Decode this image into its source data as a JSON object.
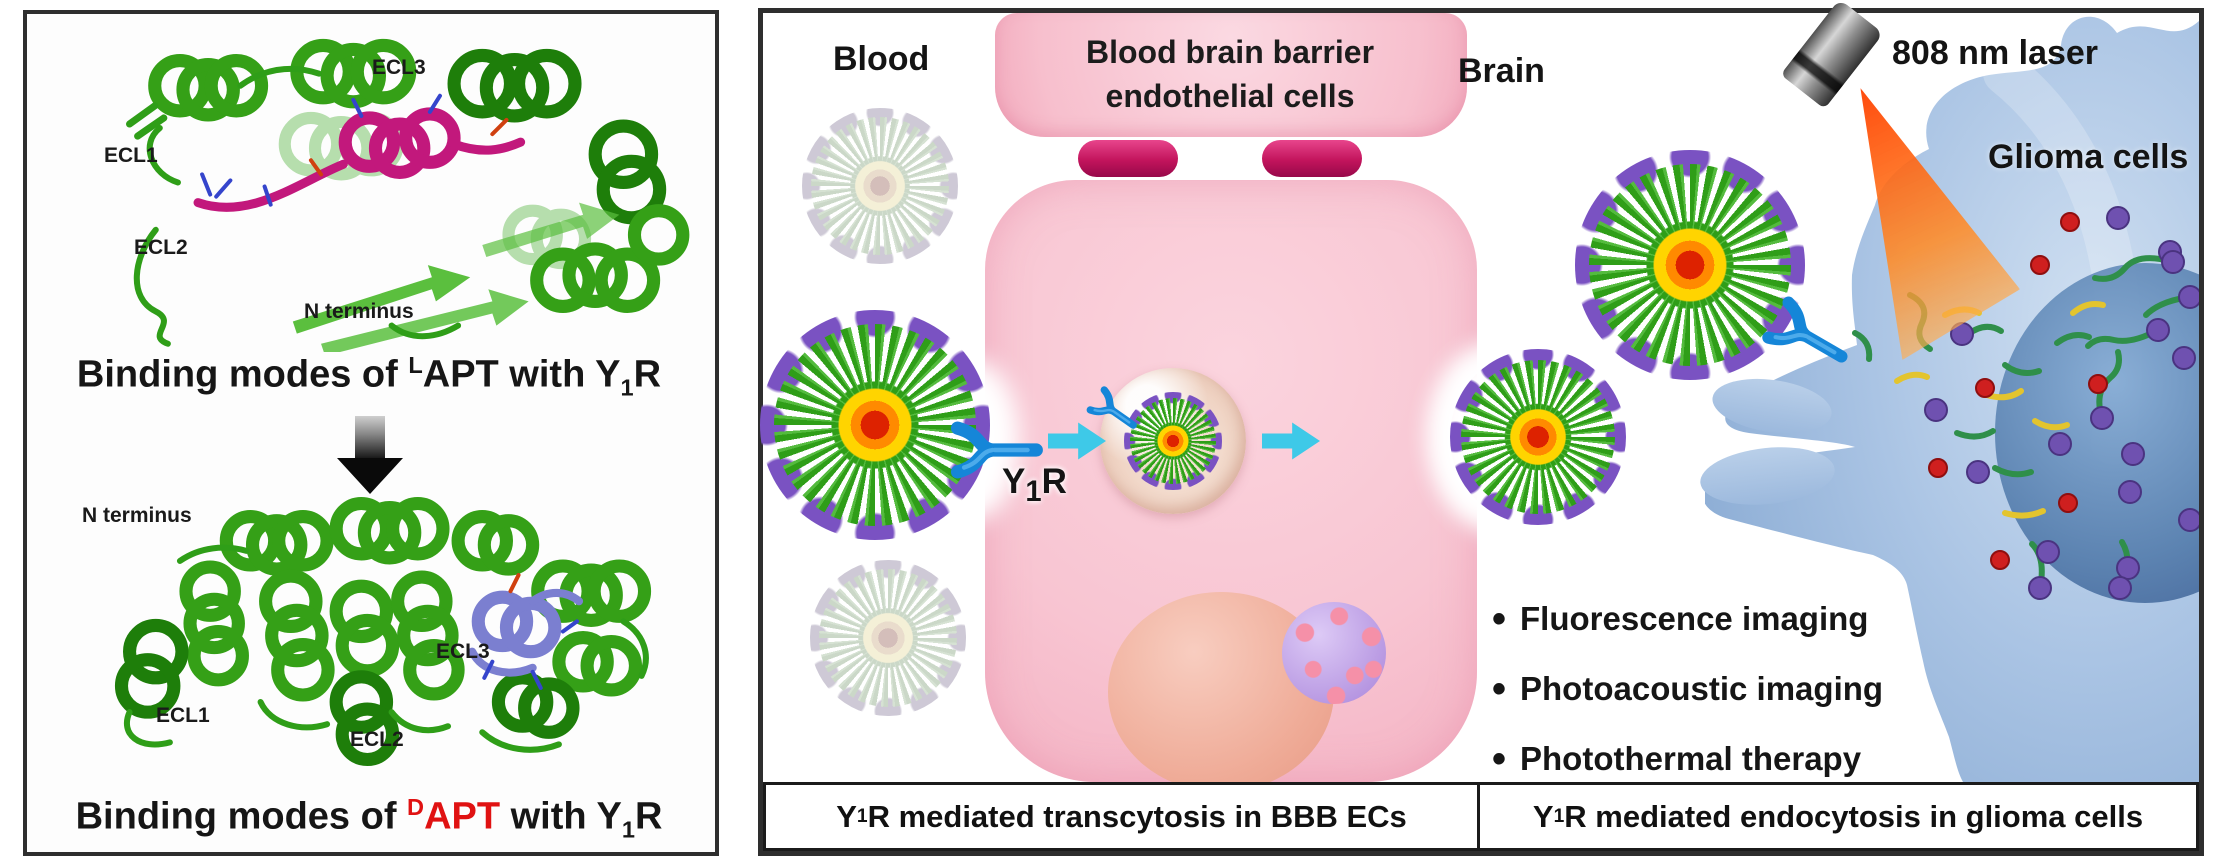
{
  "colors": {
    "np_green": "#2f9e18",
    "spike_purple": "#7a52c2",
    "core_yellow": "#ffd400",
    "core_orange": "#ff8a00",
    "core_red": "#dd2200",
    "peptide_magenta": "#c2187c",
    "peptide_slate_blue": "#7b7fd0",
    "ribbon_green": "#35a017",
    "cell_pink": "#f8c5d2",
    "junction_magenta": "#c2145c",
    "receptor_blue": "#1586d8",
    "arrow_cyan": "#3ec9e8",
    "glioma_blue": "#a9c3e3",
    "glioma_nucleus_blue": "#4f79ad",
    "nucleus_salmon": "#efab97",
    "organelle_dot": "#f590a8",
    "laser_beam_orange": "#ff7a1a",
    "dapt_red": "#e01212"
  },
  "left_panel": {
    "protein_top": {
      "labels": {
        "ecl3": "ECL3",
        "ecl1": "ECL1",
        "ecl2": "ECL2",
        "n_terminus": "N terminus"
      }
    },
    "caption_top": {
      "pre": "Binding modes of ",
      "isomer": "L",
      "apt": "APT",
      "mid": " with Y",
      "sub": "1",
      "post": "R"
    },
    "protein_bottom": {
      "labels": {
        "n_terminus": "N terminus",
        "ecl3": "ECL3",
        "ecl1": "ECL1",
        "ecl2": "ECL2"
      }
    },
    "caption_bottom": {
      "pre": "Binding modes of ",
      "isomer": "D",
      "apt": "APT",
      "mid": " with Y",
      "sub": "1",
      "post": "R"
    }
  },
  "right_panel": {
    "region_labels": {
      "blood": "Blood",
      "brain": "Brain"
    },
    "bbb_block": {
      "line1": "Blood brain barrier",
      "line2": "endothelial cells"
    },
    "laser_label": "808 nm laser",
    "glioma_label": "Glioma cells",
    "receptor": {
      "y": "Y",
      "sub": "1",
      "r": "R"
    },
    "bullets": [
      "Fluorescence imaging",
      "Photoacoustic imaging",
      "Photothermal therapy"
    ],
    "caption_left": {
      "y": "Y",
      "sub": "1",
      "rest": "R mediated transcytosis in BBB ECs"
    },
    "caption_right": {
      "y": "Y",
      "sub": "1",
      "rest": "R mediated endocytosis in glioma cells"
    }
  }
}
